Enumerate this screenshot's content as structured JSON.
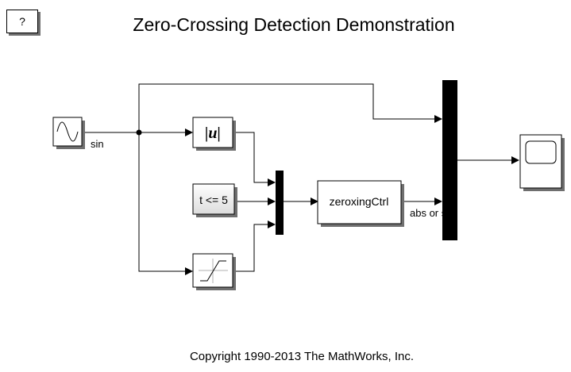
{
  "diagram": {
    "title": "Zero-Crossing Detection Demonstration",
    "help_label": "?",
    "copyright": "Copyright 1990-2013 The MathWorks, Inc.",
    "blocks": {
      "abs_label": "|u|",
      "relational_label": "t <= 5",
      "zeroxing_label": "zeroxingCtrl"
    },
    "signals": {
      "sin_label": "sin",
      "abs_or_sat_label": "abs or sat"
    },
    "colors": {
      "line": "#000000",
      "shadow": "#6f6f6f",
      "mux_fill": "#000000"
    }
  }
}
